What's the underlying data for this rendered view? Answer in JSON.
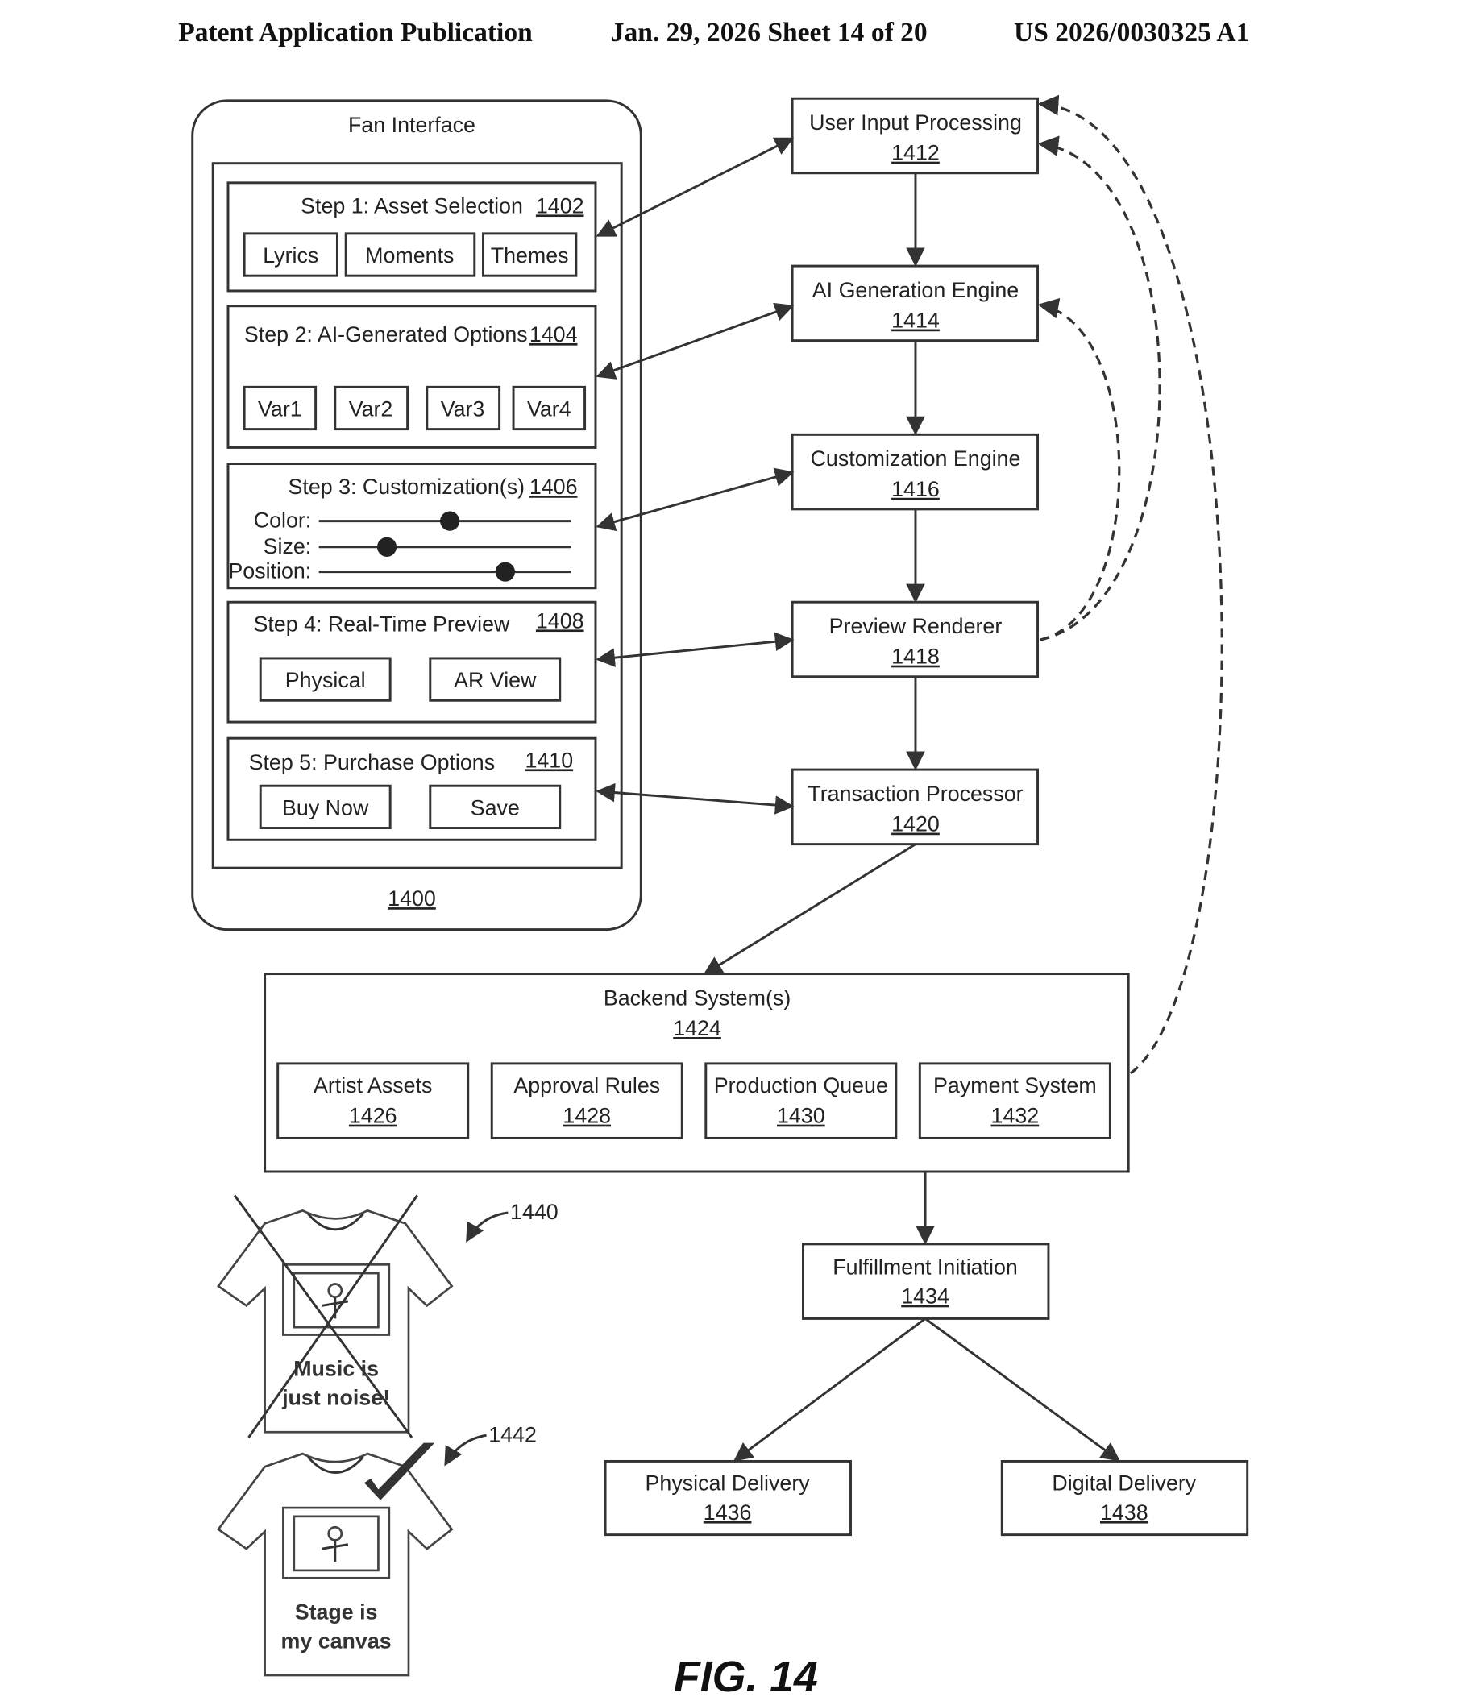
{
  "header": {
    "left": "Patent Application Publication",
    "middle": "Jan. 29, 2026  Sheet 14 of 20",
    "right": "US 2026/0030325 A1"
  },
  "fan_interface": {
    "title": "Fan Interface",
    "ref": "1400",
    "steps": [
      {
        "title": "Step 1: Asset Selection",
        "ref": "1402",
        "buttons": [
          "Lyrics",
          "Moments",
          "Themes"
        ]
      },
      {
        "title": "Step 2: AI-Generated Options",
        "ref": "1404",
        "buttons": [
          "Var1",
          "Var2",
          "Var3",
          "Var4"
        ]
      },
      {
        "title": "Step 3: Customization(s)",
        "ref": "1406",
        "sliders": [
          {
            "label": "Color:",
            "value": 0.52
          },
          {
            "label": "Size:",
            "value": 0.27
          },
          {
            "label": "Position:",
            "value": 0.74
          }
        ]
      },
      {
        "title": "Step 4: Real-Time Preview",
        "ref": "1408",
        "buttons": [
          "Physical",
          "AR View"
        ]
      },
      {
        "title": "Step 5: Purchase Options",
        "ref": "1410",
        "buttons": [
          "Buy Now",
          "Save"
        ]
      }
    ]
  },
  "pipeline": [
    {
      "label": "User Input Processing",
      "ref": "1412"
    },
    {
      "label": "AI Generation Engine",
      "ref": "1414"
    },
    {
      "label": "Customization Engine",
      "ref": "1416"
    },
    {
      "label": "Preview Renderer",
      "ref": "1418"
    },
    {
      "label": "Transaction Processor",
      "ref": "1420"
    }
  ],
  "backend": {
    "label": "Backend System(s)",
    "ref": "1424",
    "components": [
      {
        "label": "Artist Assets",
        "ref": "1426"
      },
      {
        "label": "Approval Rules",
        "ref": "1428"
      },
      {
        "label": "Production Queue",
        "ref": "1430"
      },
      {
        "label": "Payment System",
        "ref": "1432"
      }
    ]
  },
  "fulfillment": {
    "label": "Fulfillment Initiation",
    "ref": "1434"
  },
  "deliveries": [
    {
      "label": "Physical Delivery",
      "ref": "1436"
    },
    {
      "label": "Digital Delivery",
      "ref": "1438"
    }
  ],
  "shirts": [
    {
      "ref": "1440",
      "text": [
        "Music is",
        "just noise!"
      ],
      "mark": "rejected-x"
    },
    {
      "ref": "1442",
      "text": [
        "Stage is",
        "my canvas"
      ],
      "mark": "approved-check"
    }
  ],
  "figure_label": "FIG. 14"
}
